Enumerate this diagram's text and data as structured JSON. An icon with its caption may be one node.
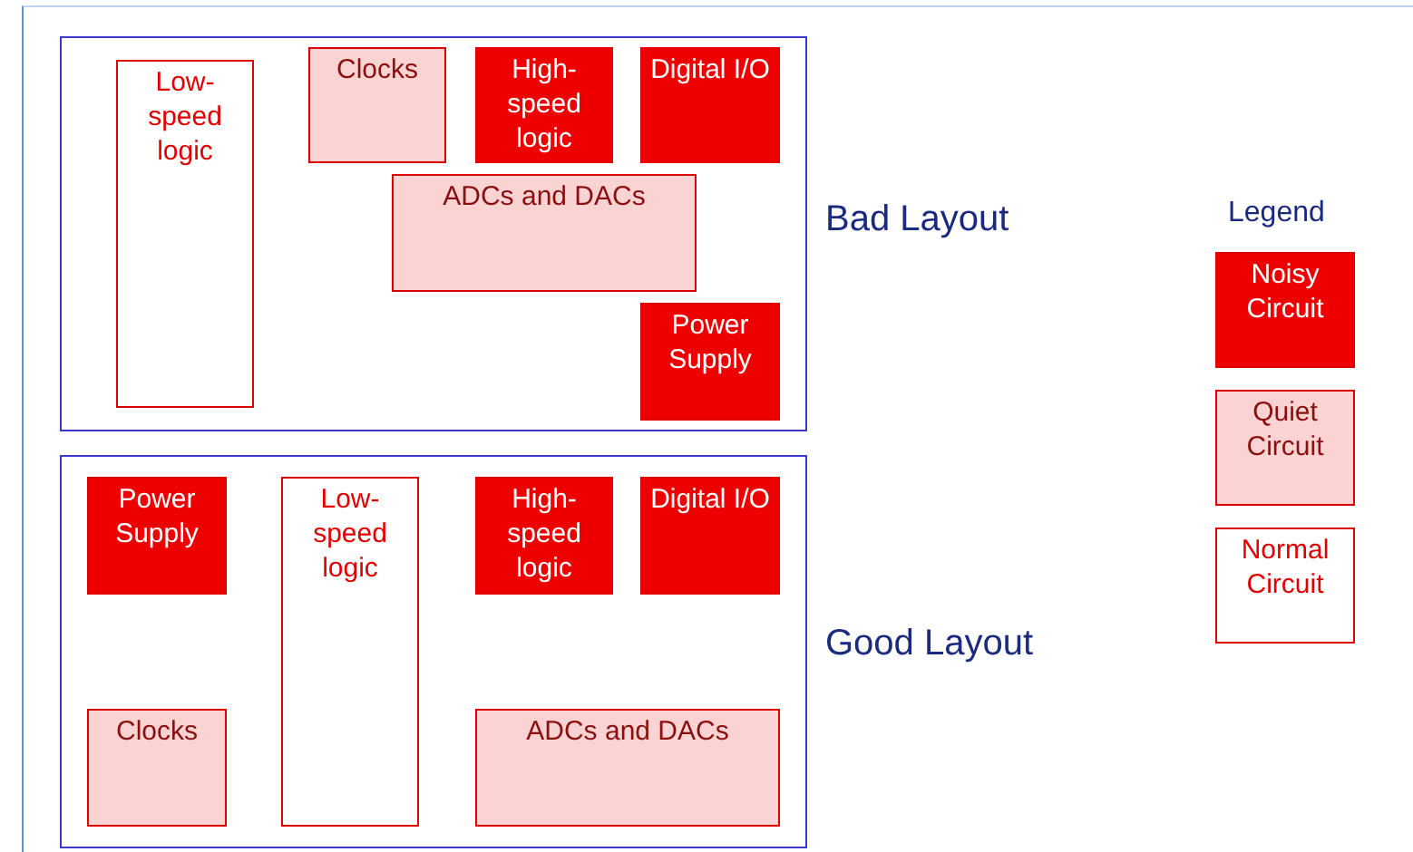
{
  "diagram": {
    "nodes": [
      {
        "text": [
          "Bad Layout"
        ]
      },
      {
        "text": [
          "Low-speed logic"
        ],
        "in": 0
      },
      {
        "text": [
          "Clocks"
        ],
        "in": 0
      },
      {
        "text": [
          "High-speed logic"
        ],
        "in": 0
      },
      {
        "text": [
          "Digital I/O"
        ],
        "in": 0
      },
      {
        "text": [
          "ADCs and DACs"
        ],
        "in": 0
      },
      {
        "text": [
          "Power Supply"
        ],
        "in": 0
      },
      {
        "text": [
          "Good Layout"
        ]
      },
      {
        "text": [
          "Power Supply"
        ],
        "in": 7
      },
      {
        "text": [
          "Low-speed logic"
        ],
        "in": 7
      },
      {
        "text": [
          "High-speed logic"
        ],
        "in": 7
      },
      {
        "text": [
          "Digital I/O"
        ],
        "in": 7
      },
      {
        "text": [
          "Clocks"
        ],
        "in": 7
      },
      {
        "text": [
          "ADCs and DACs"
        ],
        "in": 7
      }
    ],
    "labels": [
      "Legend"
    ],
    "legend": [
      {
        "text": "Noisy Circuit",
        "color": "#ee0000"
      },
      {
        "text": "Quiet Circuit",
        "color": "#fcd3d3"
      },
      {
        "text": "Normal Circuit",
        "color": "#ffffff"
      }
    ]
  }
}
